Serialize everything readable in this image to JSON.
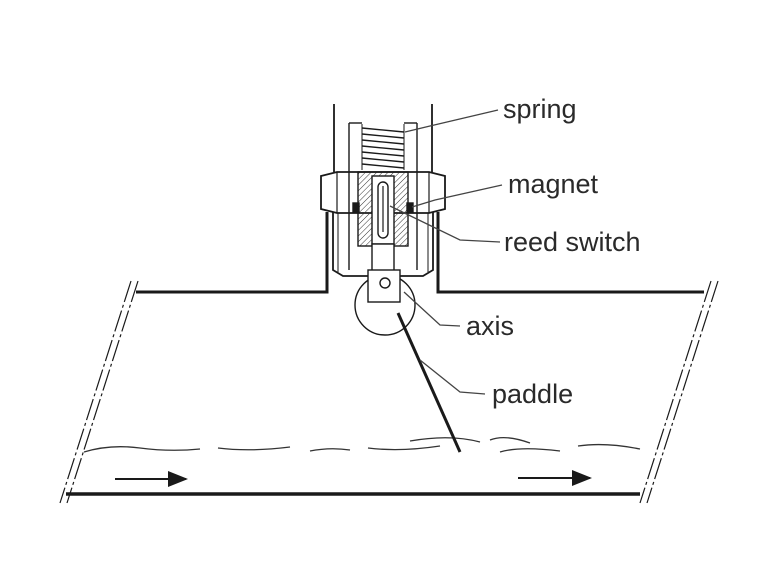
{
  "labels": {
    "spring": "spring",
    "magnet": "magnet",
    "reed_switch": "reed switch",
    "axis": "axis",
    "paddle": "paddle"
  },
  "colors": {
    "background": "#ffffff",
    "line": "#1a1a1a",
    "text": "#2a2a2a"
  }
}
